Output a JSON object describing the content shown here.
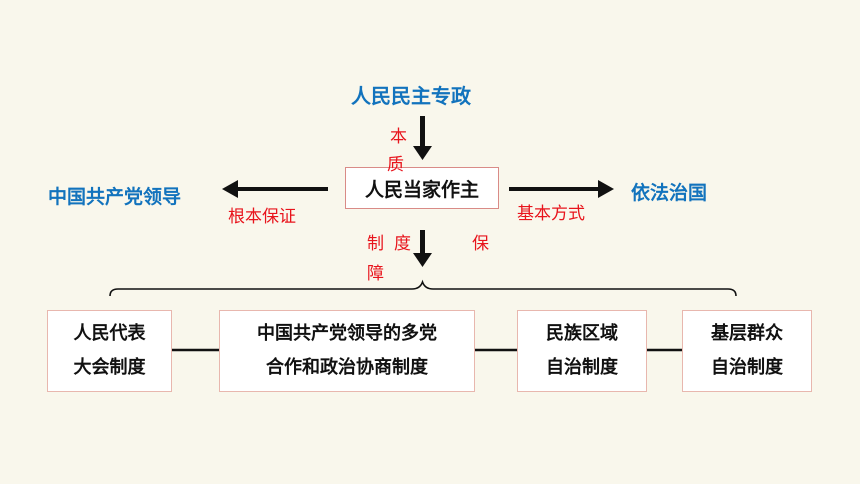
{
  "nodes": {
    "top": "人民民主专政",
    "center": "人民当家作主",
    "left": "中国共产党领导",
    "right": "依法治国"
  },
  "edge_labels": {
    "essence_1": "本",
    "essence_2": "质",
    "guarantee_root": "根本保证",
    "basic_method": "基本方式",
    "system_1": "制",
    "system_2": "度",
    "system_3": "保",
    "system_4": "障"
  },
  "systems": [
    {
      "line1": "人民代表",
      "line2": "大会制度"
    },
    {
      "line1": "中国共产党领导的多党",
      "line2": "合作和政治协商制度"
    },
    {
      "line1": "民族区域",
      "line2": "自治制度"
    },
    {
      "line1": "基层群众",
      "line2": "自治制度"
    }
  ],
  "colors": {
    "blue_text": "#1273bd",
    "red_text": "#e8141c",
    "green_text": "#1aa14b",
    "background": "#f9f7ec"
  }
}
